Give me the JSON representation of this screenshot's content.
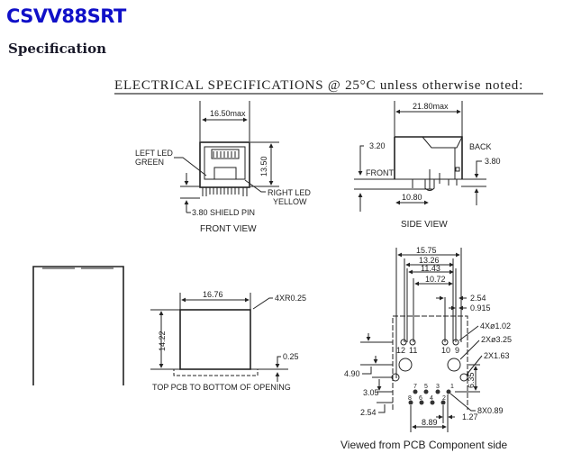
{
  "page": {
    "title": "CSVV88SRT",
    "subtitle": "Specification"
  },
  "drawing": {
    "header": "ELECTRICAL SPECIFICATIONS @ 25°C unless otherwise noted:",
    "front_view": {
      "caption": "FRONT VIEW",
      "width": "16.50max",
      "height": "13.50",
      "left_led_1": "LEFT LED",
      "left_led_2": "GREEN",
      "right_led_1": "RIGHT LED",
      "right_led_2": "YELLOW",
      "shield_pin": "3.80 SHIELD PIN"
    },
    "side_view": {
      "caption": "SIDE VIEW",
      "length": "21.80max",
      "front_dim": "3.20",
      "front_label": "FRONT",
      "back_label": "BACK",
      "back_dim": "3.80",
      "pin_dim": "10.80"
    },
    "opening": {
      "width": "16.76",
      "radius": "4XR0.25",
      "height": "14.22",
      "offset": "0.25",
      "caption": "TOP PCB TO BOTTOM OF OPENING"
    },
    "pcb": {
      "d1": "15.75",
      "d2": "13.26",
      "d3": "11.43",
      "d4": "10.72",
      "d5": "2.54",
      "d6": "0.915",
      "hole1": "4Xø1.02",
      "hole2": "2Xø3.25",
      "hole3": "2X1.63",
      "d7": "4.90",
      "d8": "6.35",
      "d9": "3.05",
      "d10": "2.54",
      "pins": "8X0.89",
      "d11": "1.27",
      "d12": "8.89",
      "pin_labels": [
        "12",
        "11",
        "10",
        "9",
        "7",
        "5",
        "3",
        "1",
        "8",
        "6",
        "4",
        "2"
      ],
      "caption": "Viewed from PCB Component side"
    }
  }
}
